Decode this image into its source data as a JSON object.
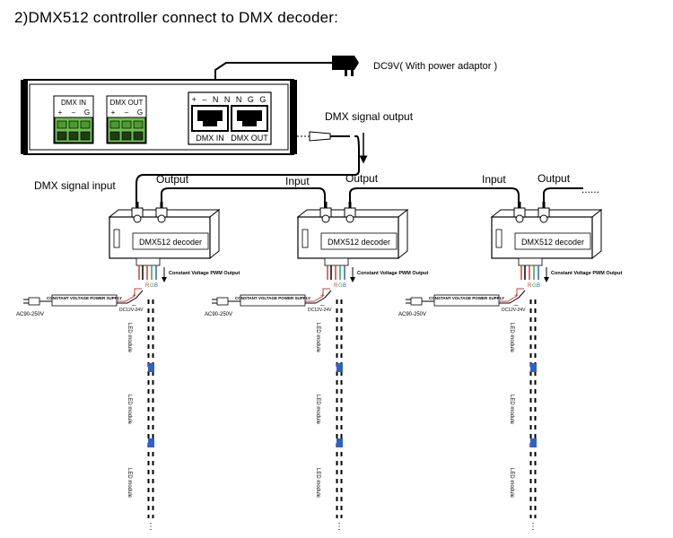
{
  "title": "2)DMX512 controller connect to DMX decoder:",
  "controller": {
    "power_label": "DC9V( With power adaptor )",
    "dmx_in_terminal": {
      "label": "DMX IN",
      "pins": [
        "+",
        "–",
        "G"
      ]
    },
    "dmx_out_terminal": {
      "label": "DMX OUT",
      "pins": [
        "+",
        "–",
        "G"
      ]
    },
    "rj45_pins": "+ – N N N G G",
    "rj45_in_label": "DMX  IN",
    "rj45_out_label": "DMX OUT",
    "signal_output_label": "DMX signal output"
  },
  "chain": {
    "signal_input_label": "DMX signal input",
    "input_label": "Input",
    "output_label": "Output",
    "continuation": "......"
  },
  "decoder": {
    "label": "DMX512 decoder",
    "pwm_output_label": "Constant Voltage PWM Output",
    "power_supply_label": "CONSTANT VOLTAGE POWER SUPPLY",
    "ac_label": "AC90-250V",
    "dc_label": "DC12V-24V",
    "polarity_plus": "+",
    "polarity_minus": "–",
    "led_module_label": "LED module",
    "rgb_letters": [
      "R",
      "G",
      "B"
    ]
  }
}
